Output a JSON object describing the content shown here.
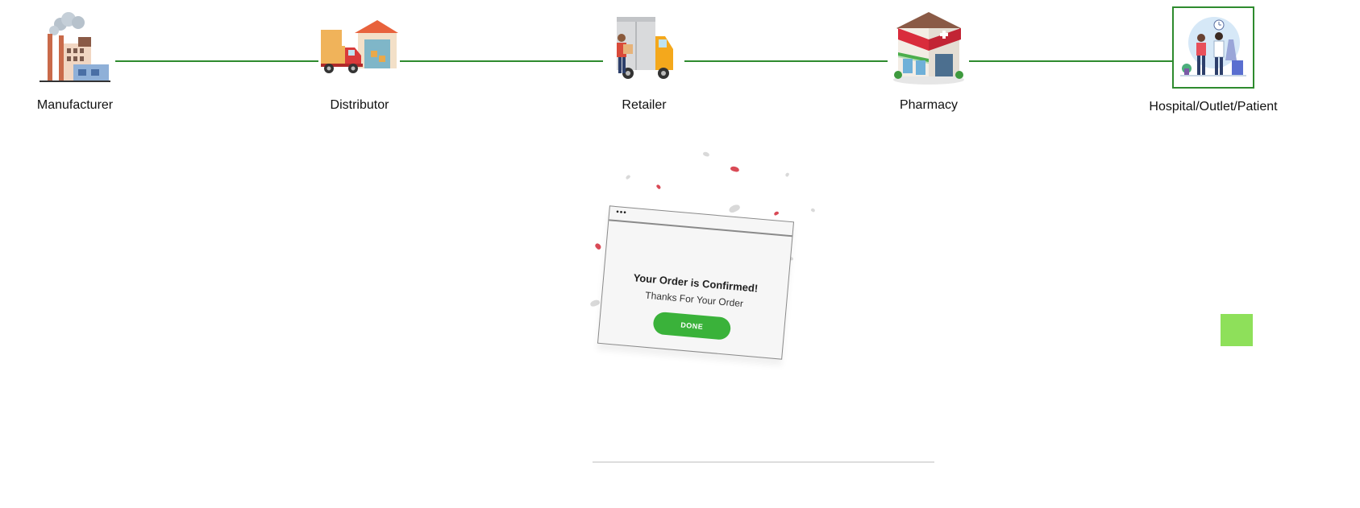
{
  "supply_chain": {
    "stages": [
      {
        "label": "Manufacturer",
        "icon": "factory-icon"
      },
      {
        "label": "Distributor",
        "icon": "warehouse-truck-icon"
      },
      {
        "label": "Retailer",
        "icon": "delivery-truck-icon"
      },
      {
        "label": "Pharmacy",
        "icon": "pharmacy-store-icon"
      },
      {
        "label": "Hospital/Outlet/Patient",
        "icon": "hospital-doctor-patient-icon"
      }
    ],
    "active_stage": "Hospital/Outlet/Patient",
    "connector_color": "#2e8b2e"
  },
  "confirmation": {
    "title": "Your Order is Confirmed!",
    "subtitle": "Thanks For Your Order",
    "done_label": "DONE",
    "window_dots": "•••",
    "button_color": "#3ab23a",
    "confetti_colors": [
      "#d94a56",
      "#d9d9d9"
    ]
  },
  "indicator": {
    "color": "#8ee05a"
  }
}
